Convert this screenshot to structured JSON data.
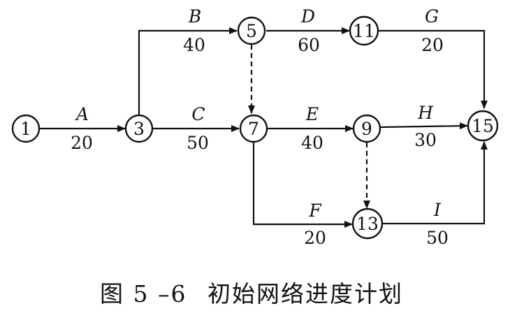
{
  "caption": {
    "figure_number": "图 5 –6",
    "title": "初始网络进度计划"
  },
  "nodes": [
    {
      "id": "n1",
      "label": "1"
    },
    {
      "id": "n3",
      "label": "3"
    },
    {
      "id": "n5",
      "label": "5"
    },
    {
      "id": "n7",
      "label": "7"
    },
    {
      "id": "n9",
      "label": "9"
    },
    {
      "id": "n11",
      "label": "11"
    },
    {
      "id": "n13",
      "label": "13"
    },
    {
      "id": "n15",
      "label": "15"
    }
  ],
  "activities": [
    {
      "id": "A",
      "name": "A",
      "duration": "20",
      "from": "1",
      "to": "3"
    },
    {
      "id": "B",
      "name": "B",
      "duration": "40",
      "from": "3",
      "to": "5"
    },
    {
      "id": "C",
      "name": "C",
      "duration": "50",
      "from": "3",
      "to": "7"
    },
    {
      "id": "D",
      "name": "D",
      "duration": "60",
      "from": "5",
      "to": "11"
    },
    {
      "id": "E",
      "name": "E",
      "duration": "40",
      "from": "7",
      "to": "9"
    },
    {
      "id": "F",
      "name": "F",
      "duration": "20",
      "from": "7",
      "to": "13"
    },
    {
      "id": "G",
      "name": "G",
      "duration": "20",
      "from": "11",
      "to": "15"
    },
    {
      "id": "H",
      "name": "H",
      "duration": "30",
      "from": "9",
      "to": "15"
    },
    {
      "id": "I",
      "name": "I",
      "duration": "50",
      "from": "13",
      "to": "15"
    }
  ],
  "dummy_activities": [
    {
      "from": "5",
      "to": "7"
    },
    {
      "from": "9",
      "to": "13"
    }
  ]
}
